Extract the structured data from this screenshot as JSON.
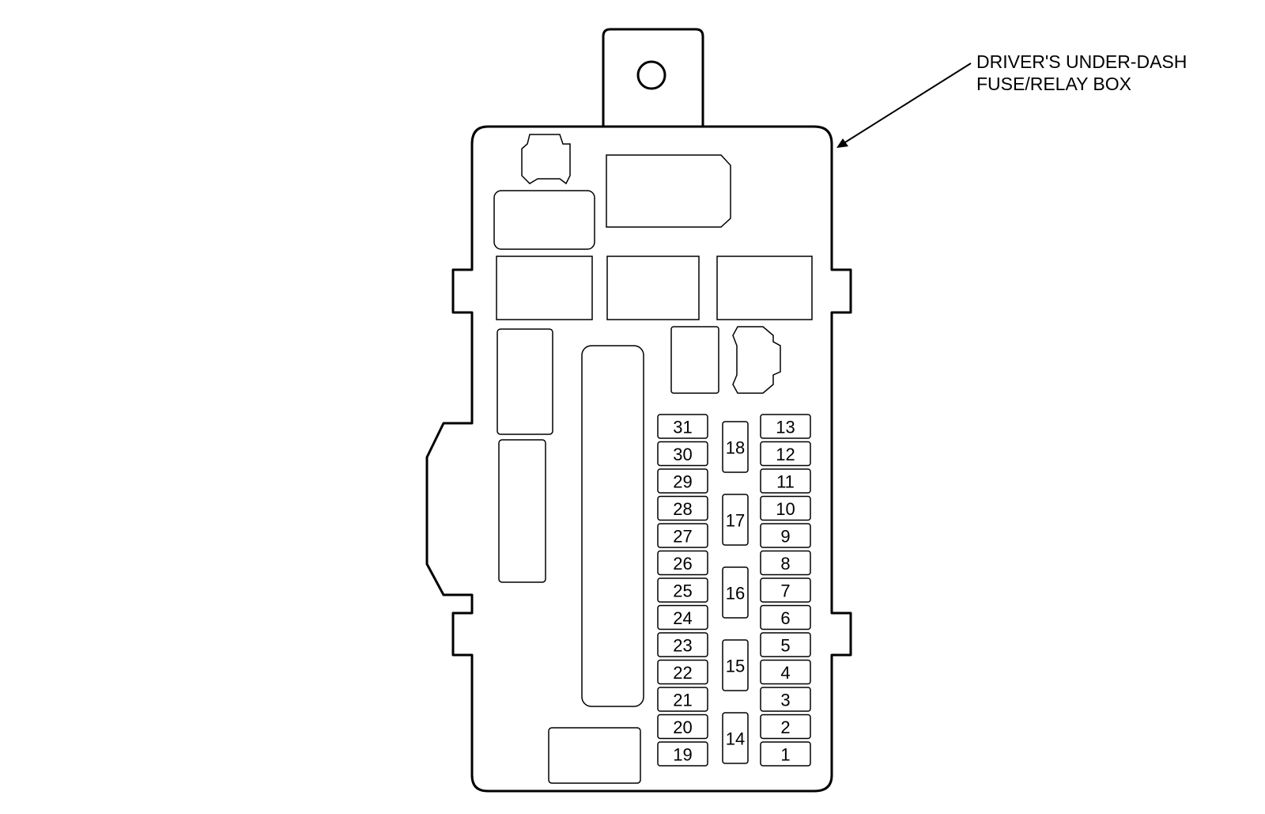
{
  "callout": {
    "line1": "DRIVER'S UNDER-DASH",
    "line2": "FUSE/RELAY BOX"
  },
  "fuses": {
    "left_column": [
      "31",
      "30",
      "29",
      "28",
      "27",
      "26",
      "25",
      "24",
      "23",
      "22",
      "21",
      "20",
      "19"
    ],
    "middle_column": [
      "18",
      "17",
      "16",
      "15",
      "14"
    ],
    "right_column": [
      "13",
      "12",
      "11",
      "10",
      "9",
      "8",
      "7",
      "6",
      "5",
      "4",
      "3",
      "2",
      "1"
    ]
  },
  "colors": {
    "line": "#000000",
    "background": "#ffffff"
  }
}
